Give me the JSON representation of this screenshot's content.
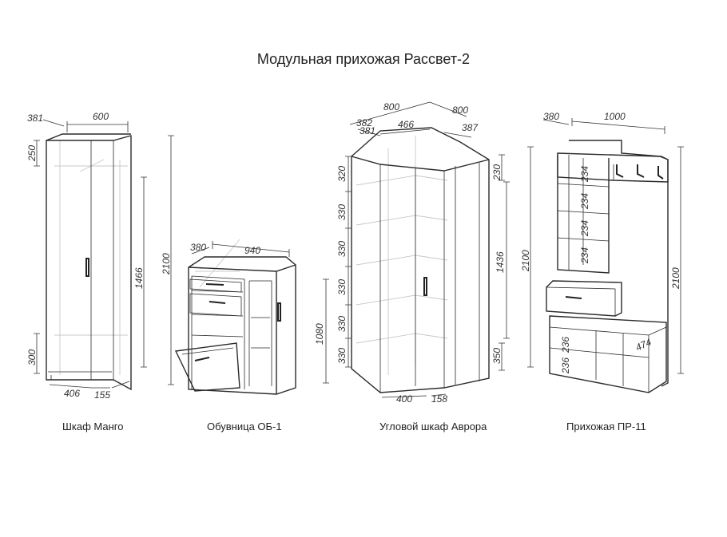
{
  "title": "Модульная прихожая Рассвет-2",
  "captions": {
    "mango": "Шкаф Манго",
    "ob1": "Обувница ОБ-1",
    "avrora": "Угловой шкаф Аврора",
    "pr11": "Прихожая ПР-11"
  },
  "dims": {
    "mango": {
      "depth": "381",
      "width": "600",
      "top_h": "250",
      "inner_h": "1466",
      "total_h": "2100",
      "bottom_h": "300",
      "w_left": "406",
      "w_right": "155"
    },
    "ob1": {
      "depth": "380",
      "width": "940",
      "height": "1080"
    },
    "avrora": {
      "w_left": "800",
      "w_right": "800",
      "d_left": "382",
      "d_left2": "381",
      "front": "466",
      "d_right": "387",
      "shelf1": "320",
      "shelf2": "330",
      "shelf3": "330",
      "shelf4": "330",
      "shelf5": "330",
      "shelf6": "330",
      "top_r": "230",
      "inner_h": "1436",
      "total_h": "2100",
      "bottom_r": "350",
      "base_left": "400",
      "base_right": "158"
    },
    "pr11": {
      "depth": "380",
      "width": "1000",
      "shelf1": "234",
      "shelf2": "234",
      "shelf3": "234",
      "shelf4": "234",
      "total_h": "2100",
      "low1": "236",
      "low2": "236",
      "low3": "474"
    }
  }
}
